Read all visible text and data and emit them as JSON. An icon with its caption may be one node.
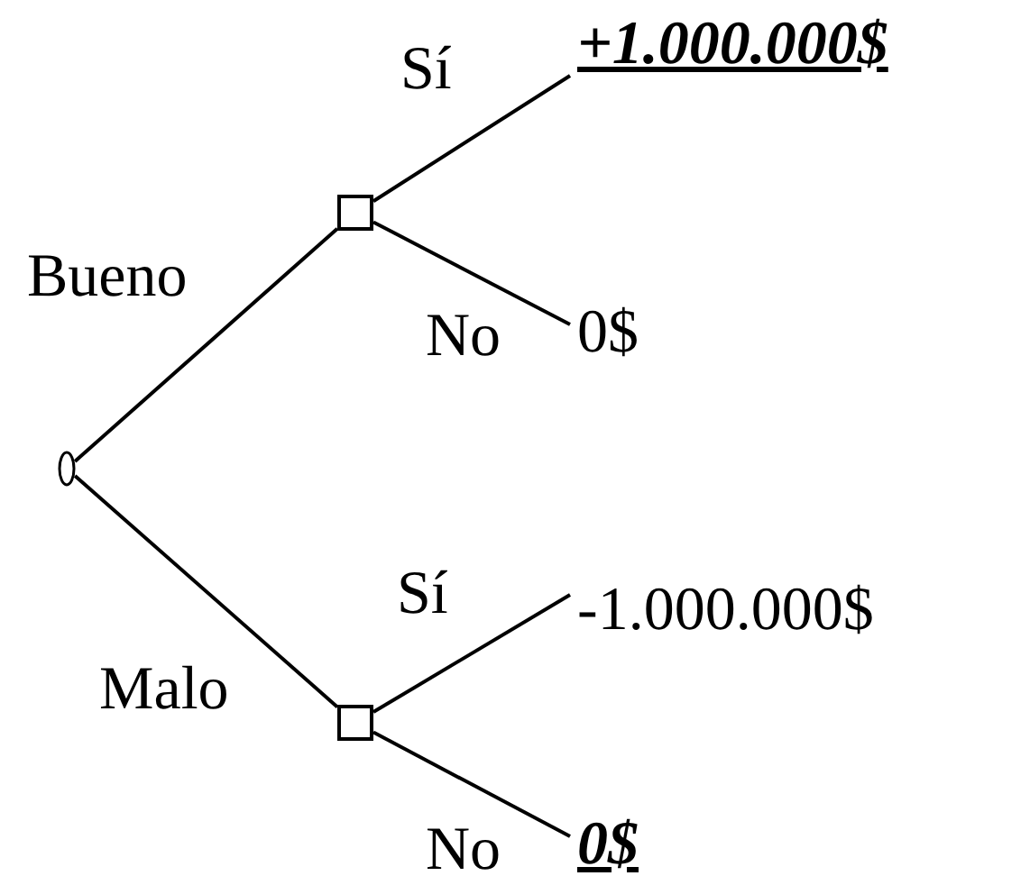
{
  "diagram": {
    "nodes": [
      {
        "text": [],
        "shape": "circle"
      },
      {
        "text": [],
        "shape": "box"
      },
      {
        "text": [],
        "shape": "box"
      },
      {
        "text": [
          "+1.000.000$"
        ]
      },
      {
        "text": [
          "0$"
        ]
      },
      {
        "text": [
          "-1.000.000$"
        ]
      },
      {
        "text": [
          "0$"
        ]
      }
    ],
    "edges": [
      {
        "from": 0,
        "to": 1,
        "arrow": "none",
        "label": "Bueno"
      },
      {
        "from": 0,
        "to": 2,
        "arrow": "none",
        "label": "Malo"
      },
      {
        "from": 1,
        "to": 3,
        "arrow": "none",
        "label": "Sí"
      },
      {
        "from": 1,
        "to": 4,
        "arrow": "none",
        "label": "No"
      },
      {
        "from": 2,
        "to": 5,
        "arrow": "none",
        "label": "Sí"
      },
      {
        "from": 2,
        "to": 6,
        "arrow": "none",
        "label": "No"
      }
    ]
  }
}
